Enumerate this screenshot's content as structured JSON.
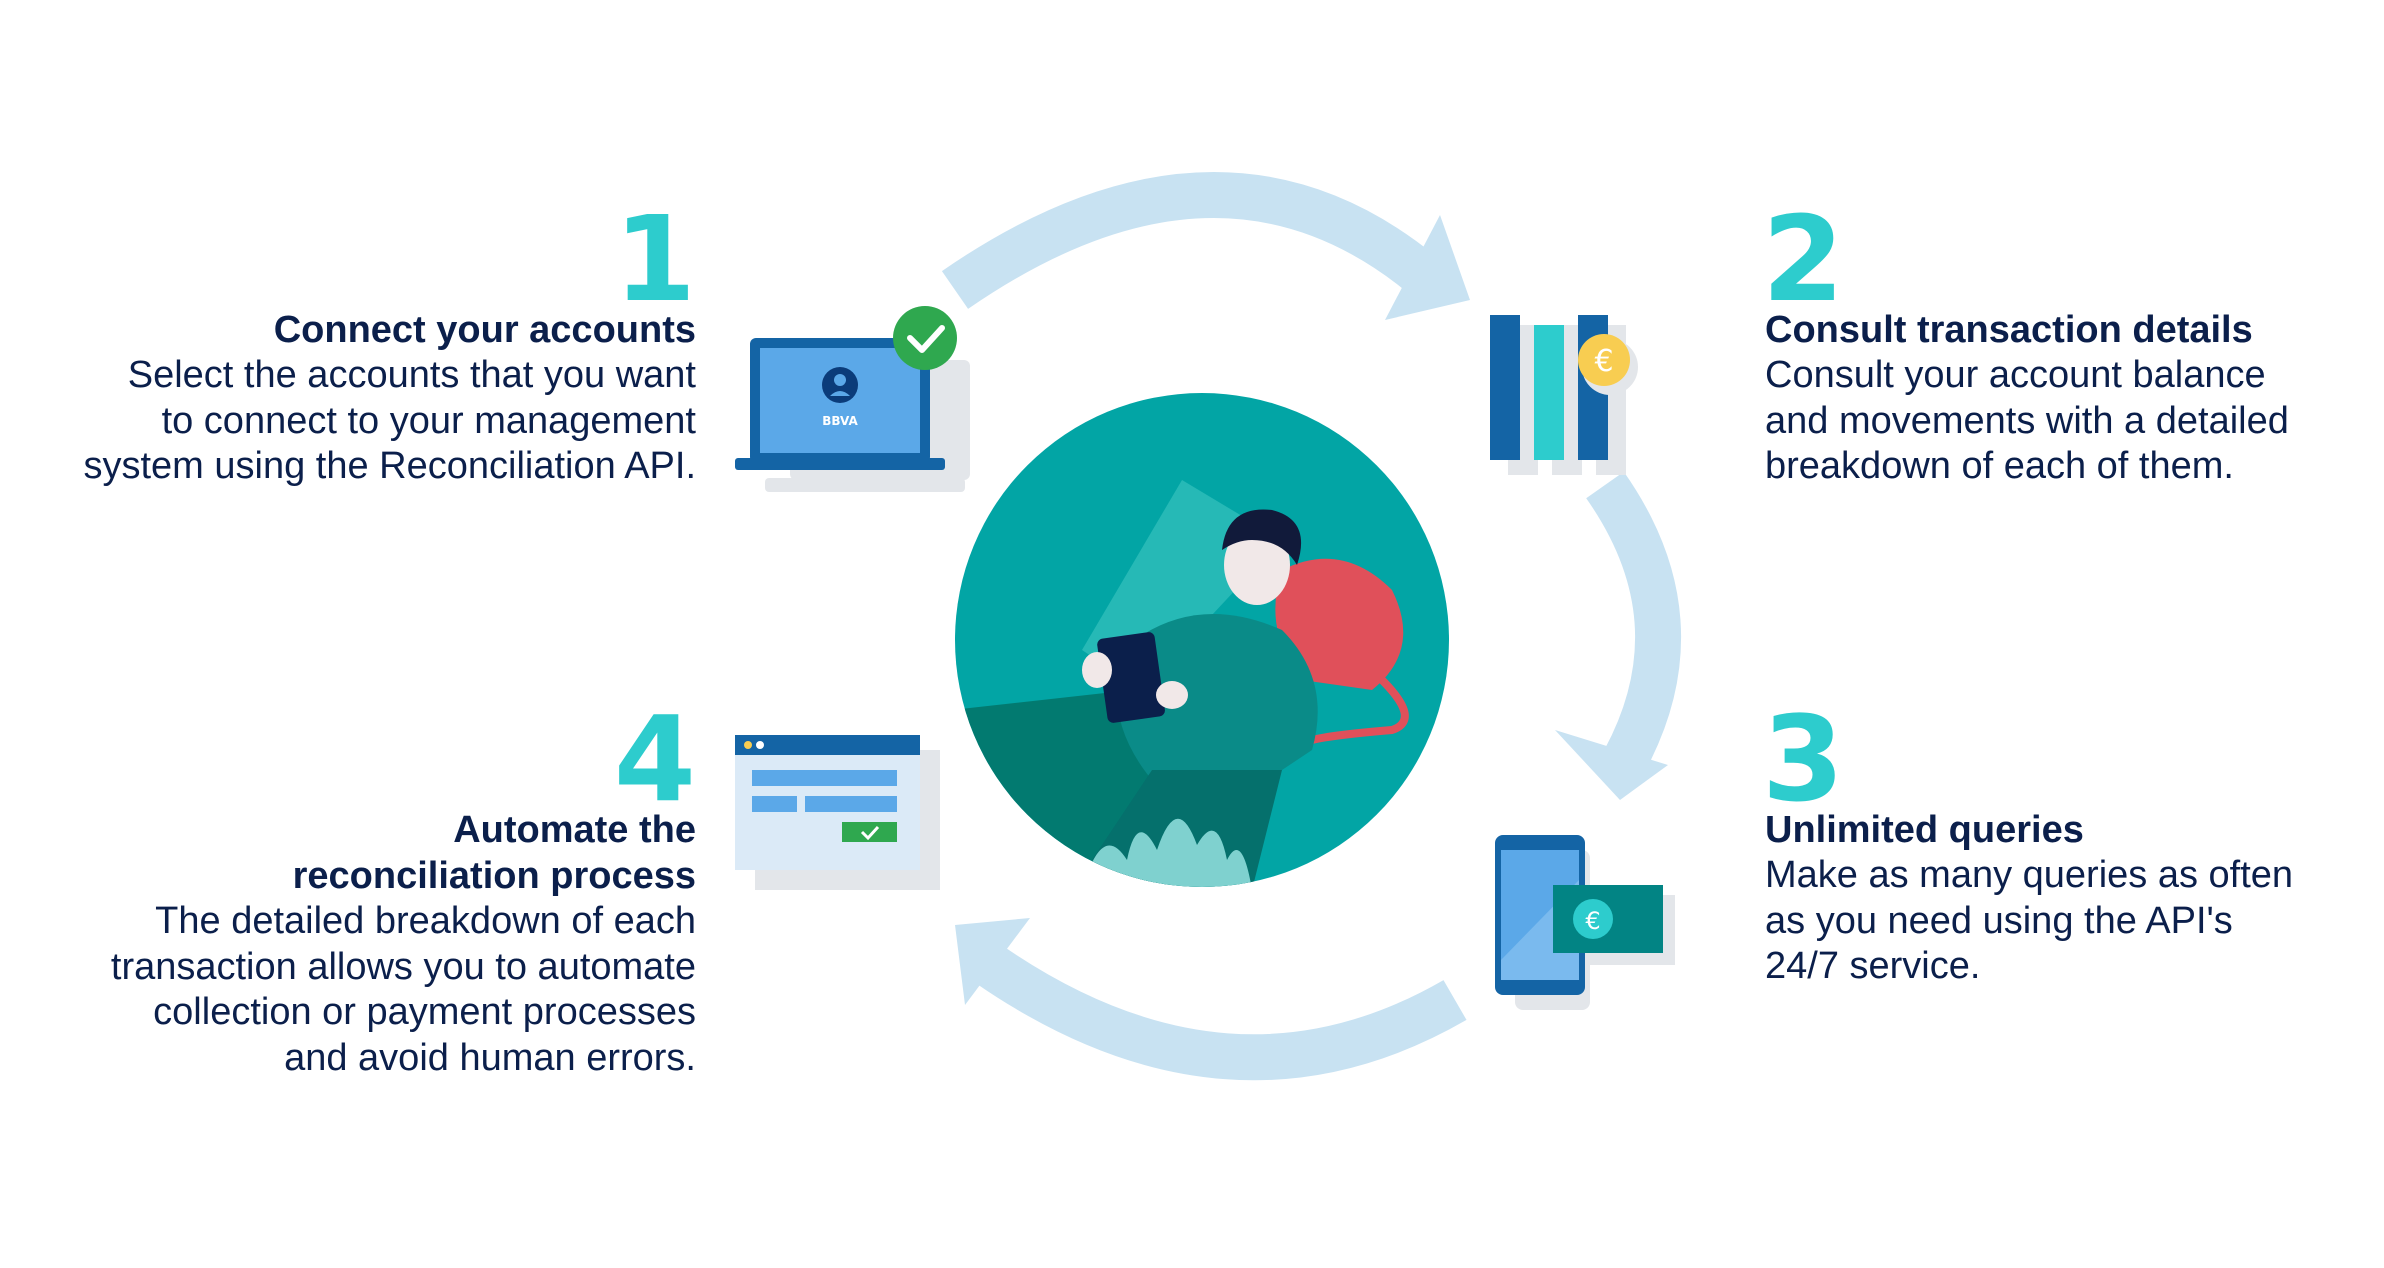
{
  "steps": [
    {
      "number": "1",
      "title": "Connect your accounts",
      "body": "Select the accounts that you want\nto connect to your management\nsystem using the Reconciliation API."
    },
    {
      "number": "2",
      "title": "Consult transaction details",
      "body": "Consult your account balance\nand movements with a detailed\nbreakdown of each of them."
    },
    {
      "number": "3",
      "title": "Unlimited queries",
      "body": "Make as many queries as often\nas you need using the API's\n24/7 service."
    },
    {
      "number": "4",
      "title": "Automate the\nreconciliation process",
      "body": "The detailed breakdown of each\ntransaction allows you to automate\ncollection or payment processes\nand avoid human errors."
    }
  ],
  "icons": {
    "laptop_logo": "BBVA",
    "euro_symbol": "€"
  },
  "colors": {
    "accent": "#2dcccd",
    "navy": "#0b1f4b",
    "arrow": "#c8e2f2",
    "bbva_blue": "#1464a5",
    "teal_circle": "#02a5a5"
  }
}
